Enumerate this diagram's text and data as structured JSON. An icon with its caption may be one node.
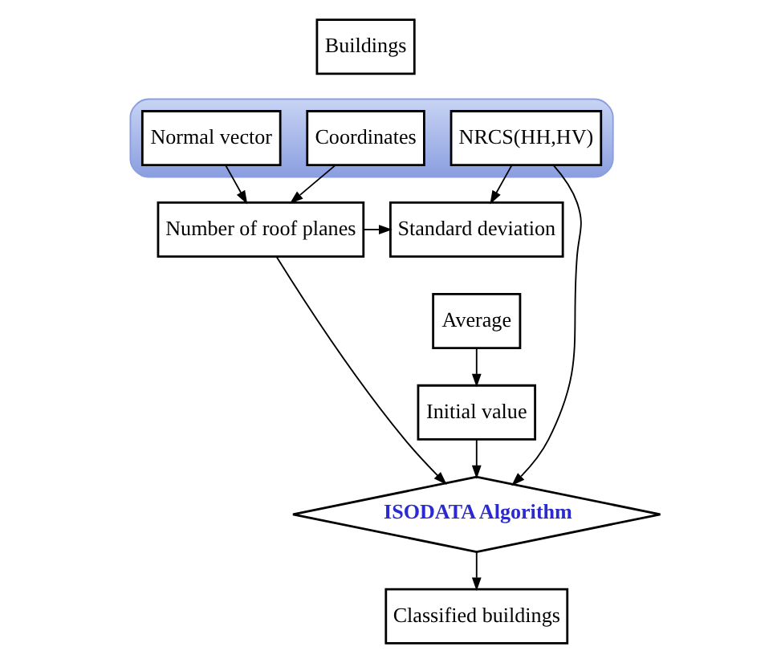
{
  "diagram": {
    "nodes": [
      {
        "text": [
          "Buildings"
        ]
      },
      {
        "text": [],
        "shape": "bar"
      },
      {
        "text": [
          "Normal vector"
        ],
        "in": 1
      },
      {
        "text": [
          "Coordinates"
        ],
        "in": 1
      },
      {
        "text": [
          "NRCS(HH,HV)"
        ],
        "in": 1
      },
      {
        "text": [
          "Number of roof planes"
        ]
      },
      {
        "text": [
          "Standard deviation"
        ]
      },
      {
        "text": [
          "Average"
        ]
      },
      {
        "text": [
          "Initial value"
        ]
      },
      {
        "text": [
          "ISODATA Algorithm"
        ]
      },
      {
        "text": [
          "Classified buildings"
        ]
      }
    ],
    "edges": [
      {
        "from": 2,
        "to": 5,
        "arrow": "to"
      },
      {
        "from": 3,
        "to": 5,
        "arrow": "to"
      },
      {
        "from": 5,
        "to": 6,
        "arrow": "to"
      },
      {
        "from": 4,
        "to": 6,
        "arrow": "to"
      },
      {
        "from": 7,
        "to": 8,
        "arrow": "to"
      },
      {
        "from": 8,
        "to": 9,
        "arrow": "to"
      },
      {
        "from": 5,
        "to": 9,
        "arrow": "to"
      },
      {
        "from": 4,
        "to": 9,
        "arrow": "to"
      },
      {
        "from": 9,
        "to": 10,
        "arrow": "to"
      }
    ]
  }
}
